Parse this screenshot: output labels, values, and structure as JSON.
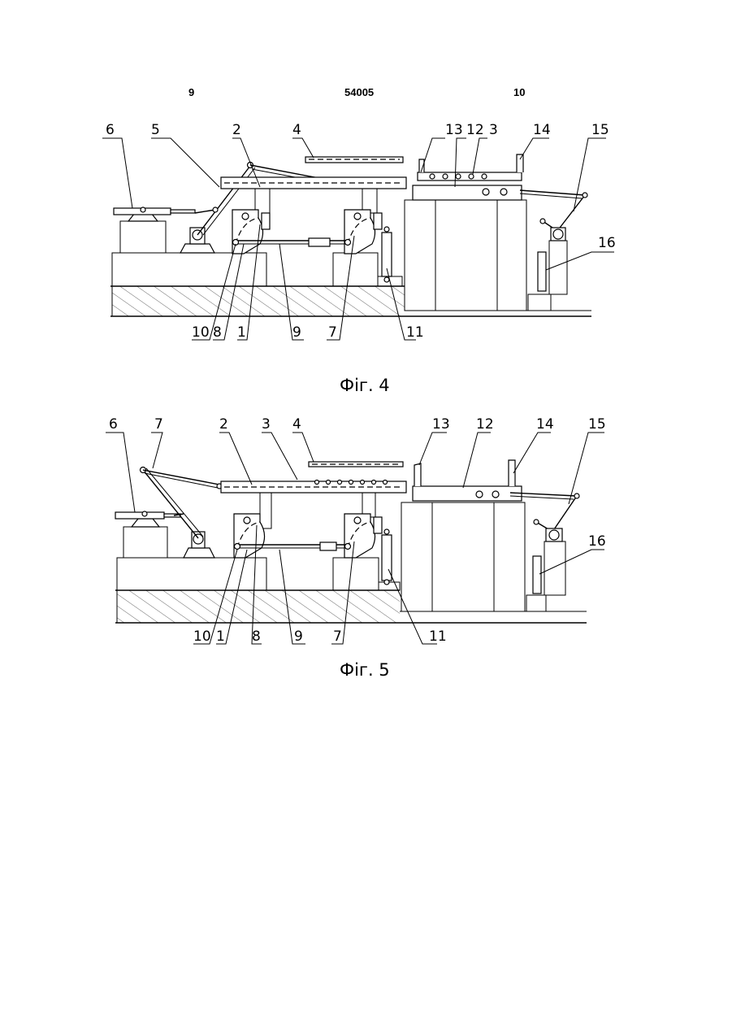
{
  "header": {
    "left_page": "9",
    "patent_number": "54005",
    "right_page": "10"
  },
  "figures": [
    {
      "caption": "Фіг. 4",
      "labels": [
        "6",
        "5",
        "2",
        "4",
        "13",
        "12",
        "3",
        "14",
        "15",
        "16",
        "10",
        "8",
        "1",
        "9",
        "7",
        "11"
      ]
    },
    {
      "caption": "Фіг. 5",
      "labels": [
        "6",
        "7",
        "2",
        "3",
        "4",
        "13",
        "12",
        "14",
        "15",
        "16",
        "10",
        "1",
        "8",
        "9",
        "7",
        "11"
      ]
    }
  ],
  "colors": {
    "ink": "#000000",
    "paper": "#ffffff"
  }
}
